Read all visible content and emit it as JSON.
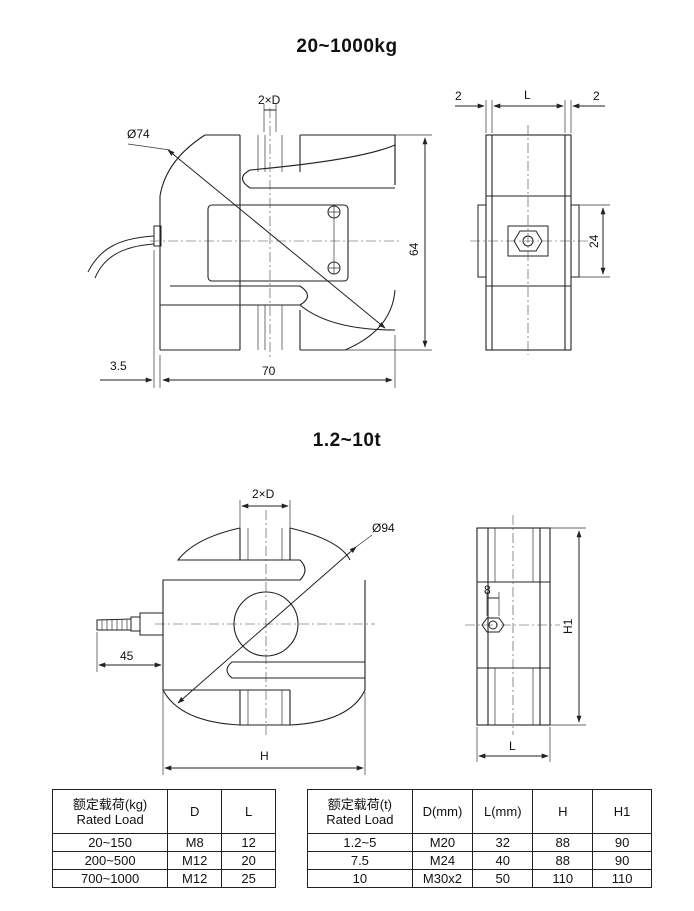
{
  "titles": {
    "top": "20~1000kg",
    "bottom": "1.2~10t"
  },
  "dims_top": {
    "slot": "2×D",
    "diameter": "Ø74",
    "height": "64",
    "width": "70",
    "offset": "3.5",
    "side_left": "2",
    "side_right": "2",
    "side_width": "L",
    "hole_span": "24"
  },
  "dims_bottom": {
    "slot": "2×D",
    "diameter": "Ø94",
    "cable": "45",
    "width": "H",
    "side_height": "H1",
    "nut": "8",
    "side_width": "L"
  },
  "table_small": {
    "headers": [
      "额定载荷(kg)",
      "Rated Load",
      "D",
      "L"
    ],
    "rows": [
      [
        "20~150",
        "M8",
        "12"
      ],
      [
        "200~500",
        "M12",
        "20"
      ],
      [
        "700~1000",
        "M12",
        "25"
      ]
    ]
  },
  "table_large": {
    "headers": [
      "额定载荷(t)",
      "Rated Load",
      "D(mm)",
      "L(mm)",
      "H",
      "H1"
    ],
    "rows": [
      [
        "1.2~5",
        "M20",
        "32",
        "88",
        "90"
      ],
      [
        "7.5",
        "M24",
        "40",
        "88",
        "90"
      ],
      [
        "10",
        "M30x2",
        "50",
        "110",
        "110"
      ]
    ]
  }
}
